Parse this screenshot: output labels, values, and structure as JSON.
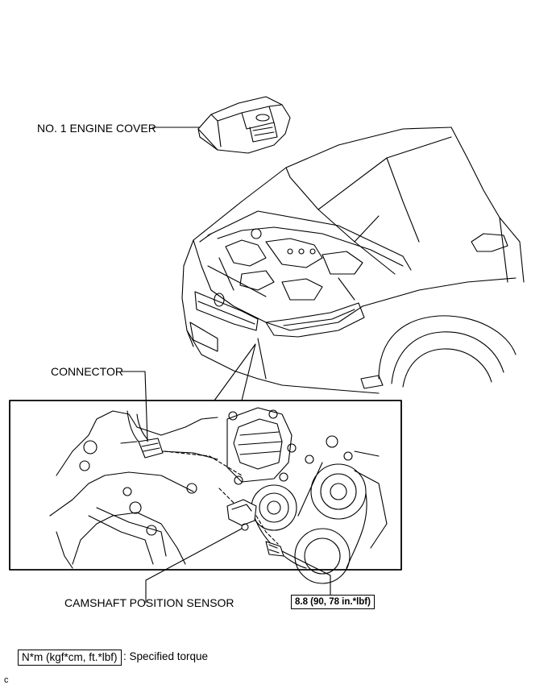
{
  "labels": {
    "engine_cover": "NO. 1 ENGINE COVER",
    "connector": "CONNECTOR",
    "camshaft_sensor": "CAMSHAFT POSITION SENSOR",
    "torque_value": "8.8 (90, 78 in.*lbf)"
  },
  "legend": {
    "unit_box": "N*m (kgf*cm, ft.*lbf)",
    "description": ": Specified torque"
  },
  "figure_code": "c"
}
